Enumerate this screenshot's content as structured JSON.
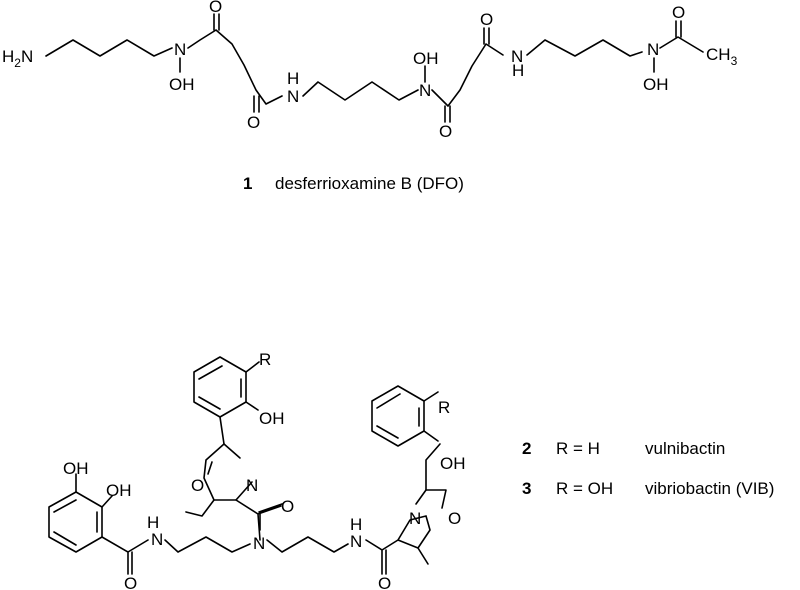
{
  "compound1": {
    "number": "1",
    "name": "desferrioxamine B (DFO)",
    "atoms": {
      "amine": "H",
      "amine_sub": "2",
      "amine_n": "N",
      "n": "N",
      "oh": "OH",
      "o": "O",
      "nh": "N",
      "h": "H",
      "ch": "CH",
      "ch_sub": "3"
    }
  },
  "compound23": {
    "atoms": {
      "r": "R",
      "oh": "OH",
      "o": "O",
      "n": "N",
      "nh": "N",
      "h": "H"
    },
    "legend": [
      {
        "number": "2",
        "substituent": "R = H",
        "name": "vulnibactin"
      },
      {
        "number": "3",
        "substituent": "R = OH",
        "name": "vibriobactin (VIB)"
      }
    ]
  }
}
